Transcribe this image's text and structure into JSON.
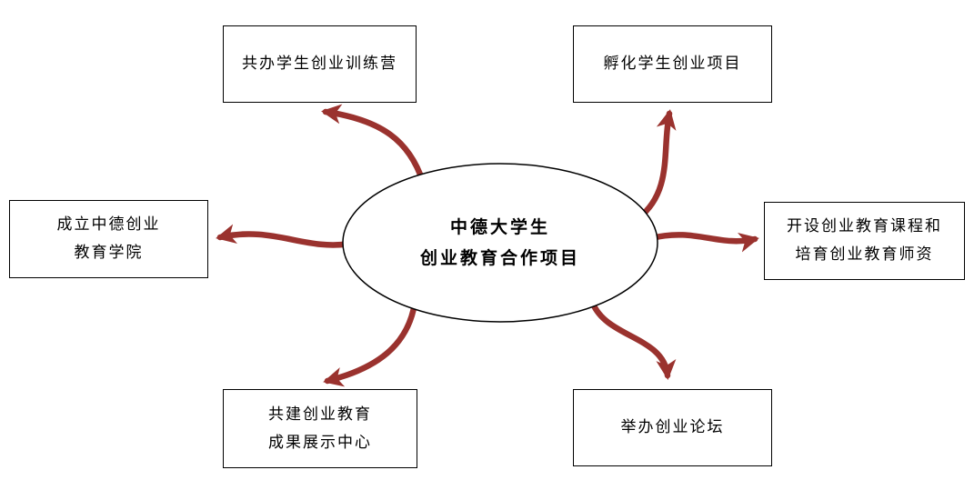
{
  "center": {
    "line1": "中德大学生",
    "line2": "创业教育合作项目"
  },
  "nodes": {
    "top_left": {
      "line1": "共办学生创业训练营"
    },
    "top_right": {
      "line1": "孵化学生创业项目"
    },
    "left": {
      "line1": "成立中德创业",
      "line2": "教育学院"
    },
    "right": {
      "line1": "开设创业教育课程和",
      "line2": "培育创业教育师资"
    },
    "bottom_left": {
      "line1": "共建创业教育",
      "line2": "成果展示中心"
    },
    "bottom_right": {
      "line1": "举办创业论坛"
    }
  },
  "colors": {
    "arrow": "#9A322E",
    "node_border": "#000000",
    "background": "#FFFFFF"
  }
}
